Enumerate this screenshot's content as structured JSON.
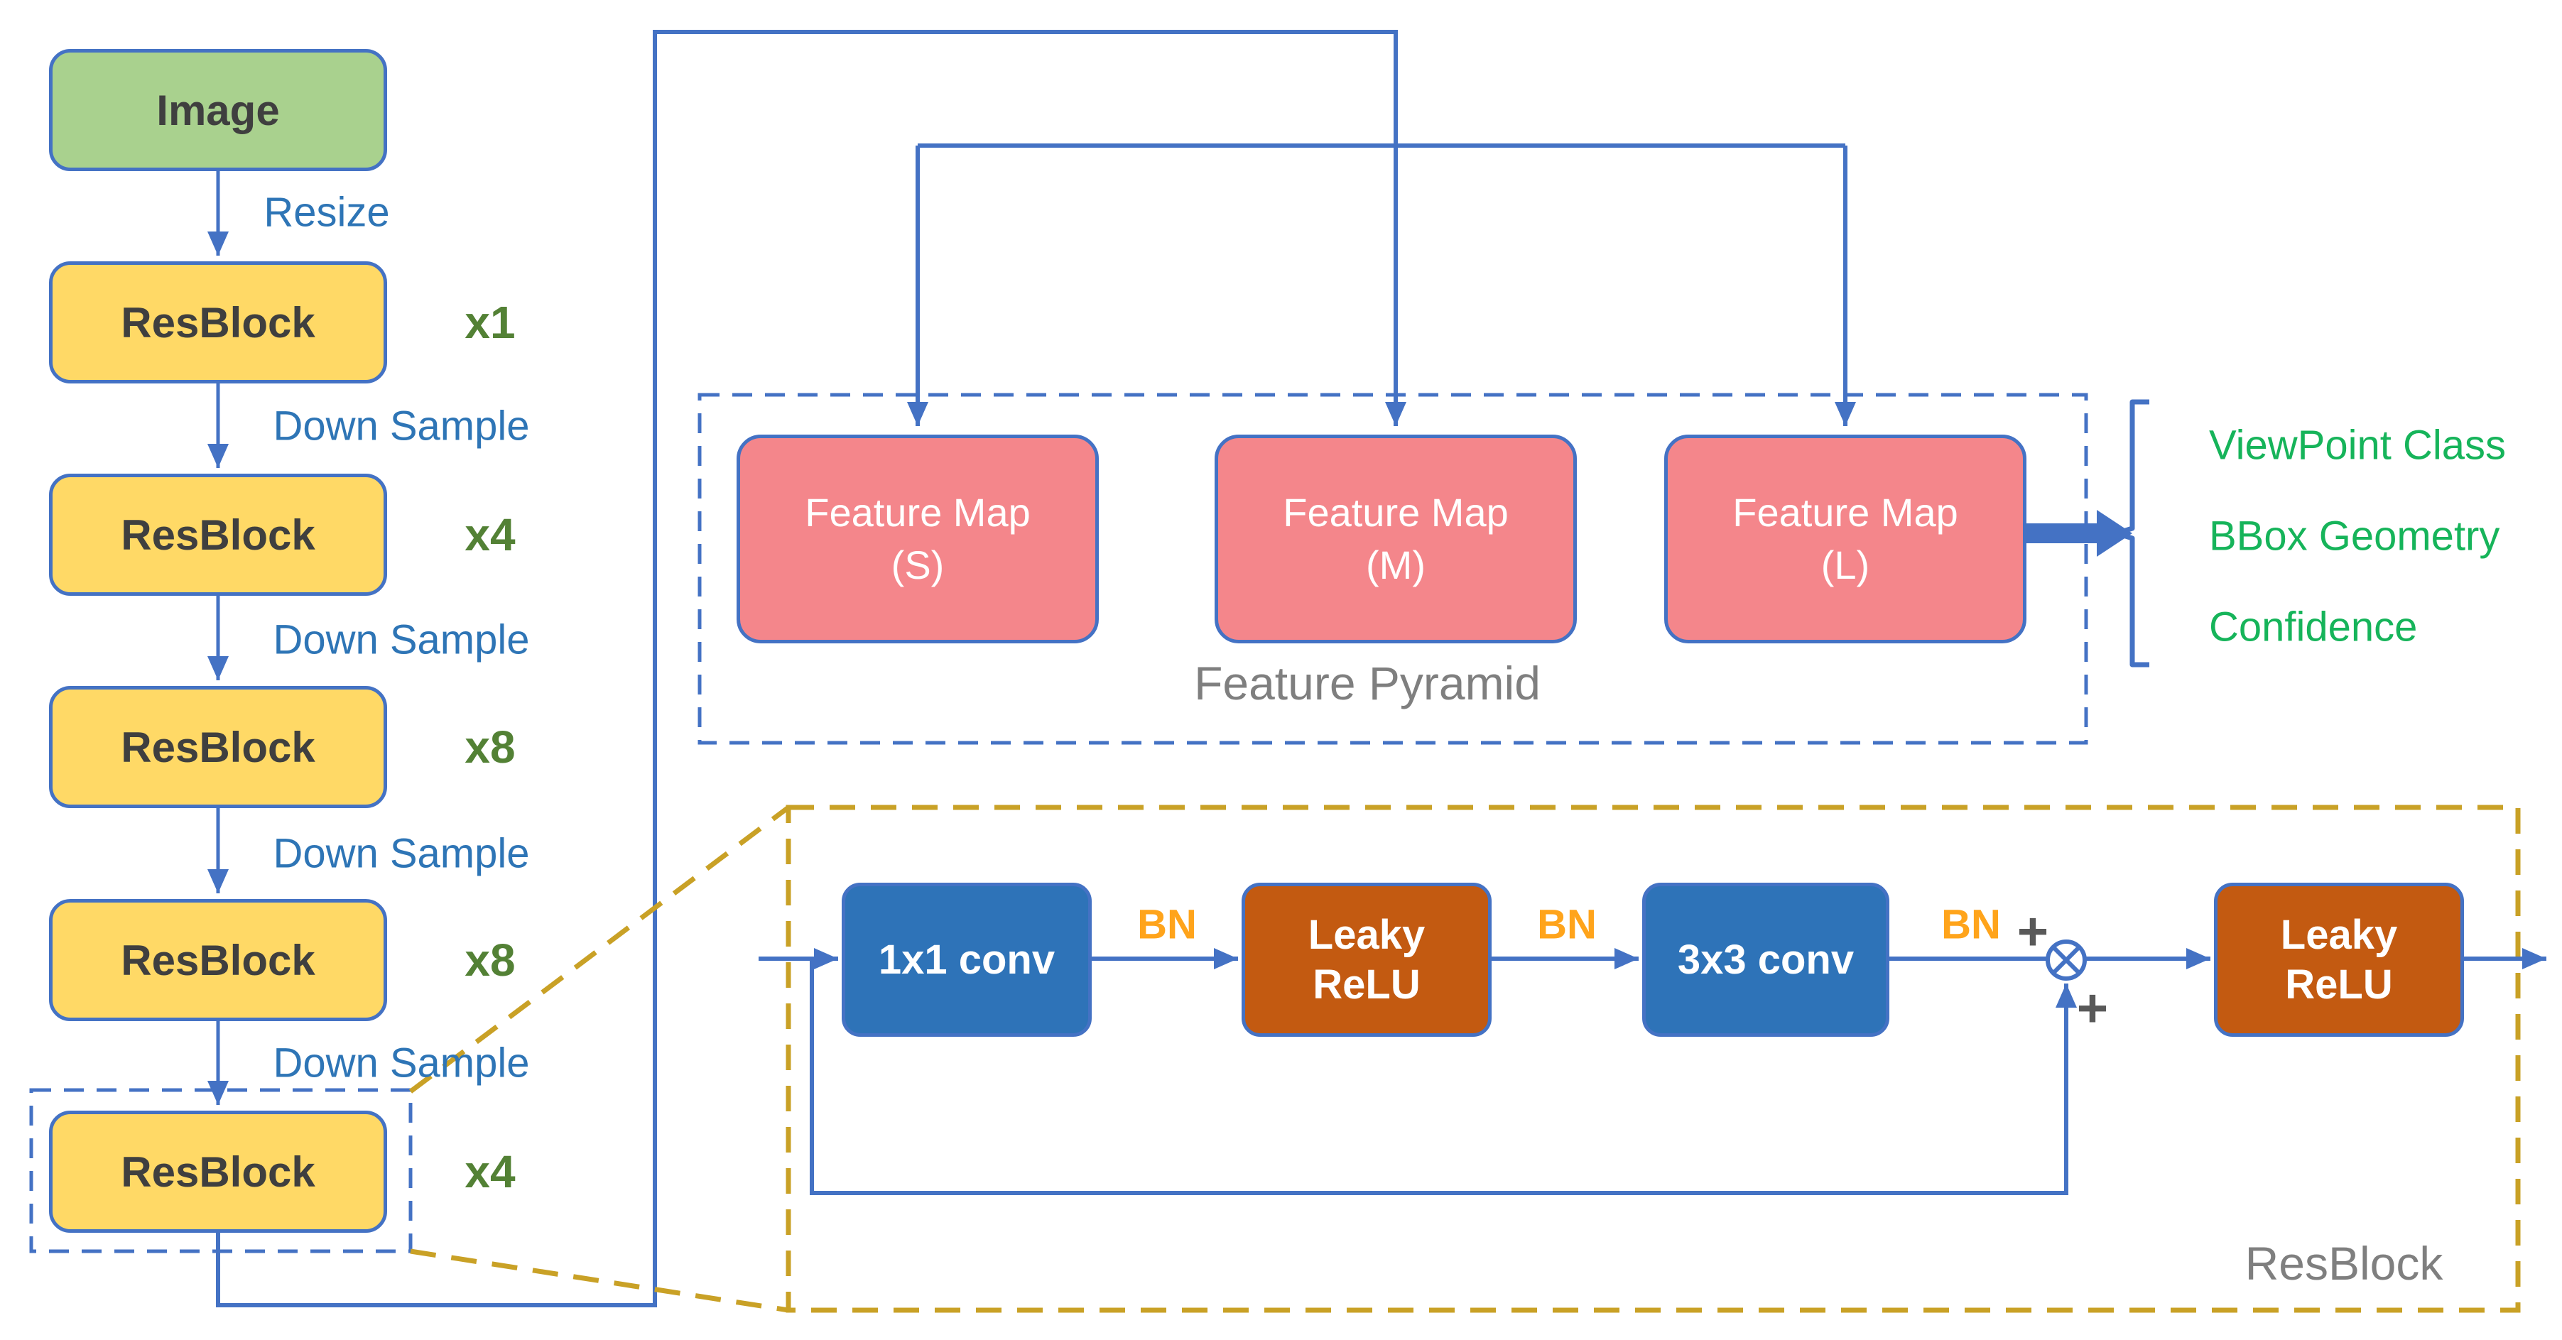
{
  "backbone": {
    "image_label": "Image",
    "resize_label": "Resize",
    "downsample_label": "Down Sample",
    "blocks": [
      {
        "label": "ResBlock",
        "multiplier": "x1"
      },
      {
        "label": "ResBlock",
        "multiplier": "x4"
      },
      {
        "label": "ResBlock",
        "multiplier": "x8"
      },
      {
        "label": "ResBlock",
        "multiplier": "x8"
      },
      {
        "label": "ResBlock",
        "multiplier": "x4"
      }
    ]
  },
  "feature_pyramid": {
    "title": "Feature Pyramid",
    "maps": [
      {
        "title": "Feature Map",
        "scale": "(S)"
      },
      {
        "title": "Feature Map",
        "scale": "(M)"
      },
      {
        "title": "Feature Map",
        "scale": "(L)"
      }
    ]
  },
  "outputs": {
    "items": [
      "ViewPoint Class",
      "BBox Geometry",
      "Confidence"
    ]
  },
  "resblock_detail": {
    "title": "ResBlock",
    "conv1_label": "1x1 conv",
    "conv2_label": "3x3 conv",
    "leaky_line1": "Leaky",
    "leaky_line2": "ReLU",
    "bn_label": "BN",
    "plus_label": "+"
  },
  "colors": {
    "accent_blue": "#4472C4",
    "label_blue": "#2E75B6",
    "box_yellow": "#FFD966",
    "box_green": "#A9D18E",
    "box_pink": "#F4868B",
    "box_blue": "#2E73B8",
    "box_brown": "#C35A11",
    "bn_orange": "#FFA41B",
    "multiplier_green": "#538135",
    "output_green": "#16B45A",
    "dashed_gold": "#C9A126",
    "label_gray": "#7F7F7F"
  }
}
